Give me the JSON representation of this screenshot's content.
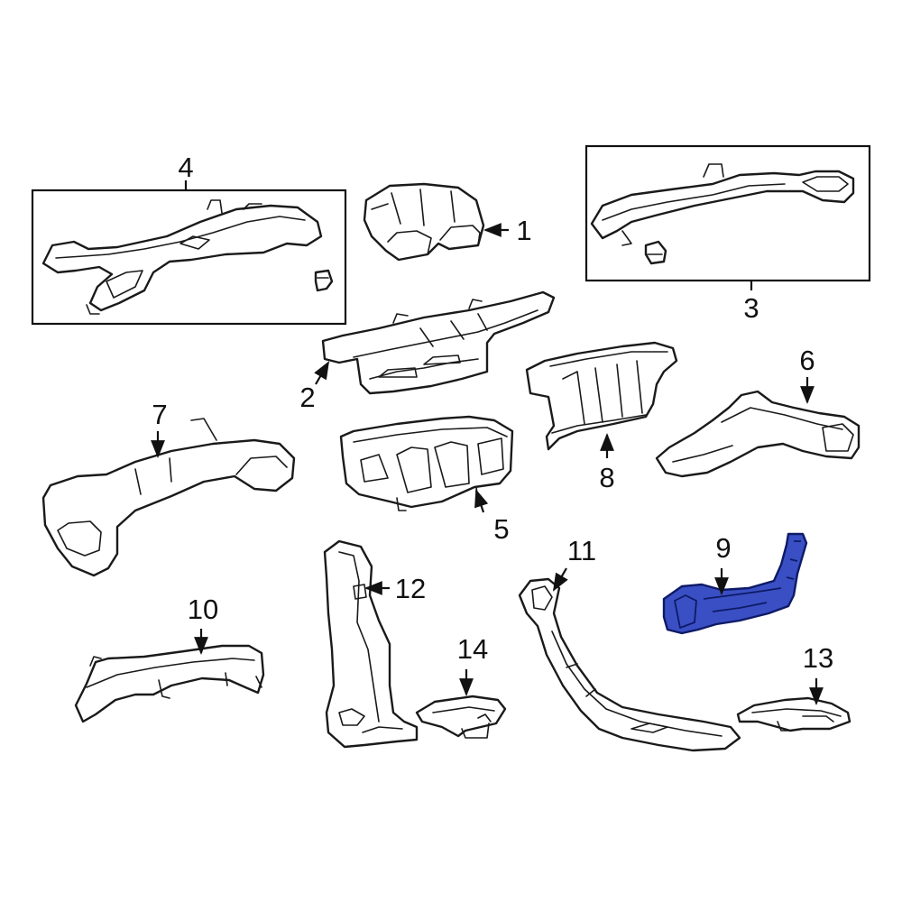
{
  "diagram": {
    "highlight_color": "#3a4fc4",
    "line_color": "#111111",
    "background": "#ffffff",
    "callouts": {
      "c1": "1",
      "c2": "2",
      "c3": "3",
      "c4": "4",
      "c5": "5",
      "c6": "6",
      "c7": "7",
      "c8": "8",
      "c9": "9",
      "c10": "10",
      "c11": "11",
      "c12": "12",
      "c13": "13",
      "c14": "14"
    },
    "highlighted_part": "9"
  }
}
